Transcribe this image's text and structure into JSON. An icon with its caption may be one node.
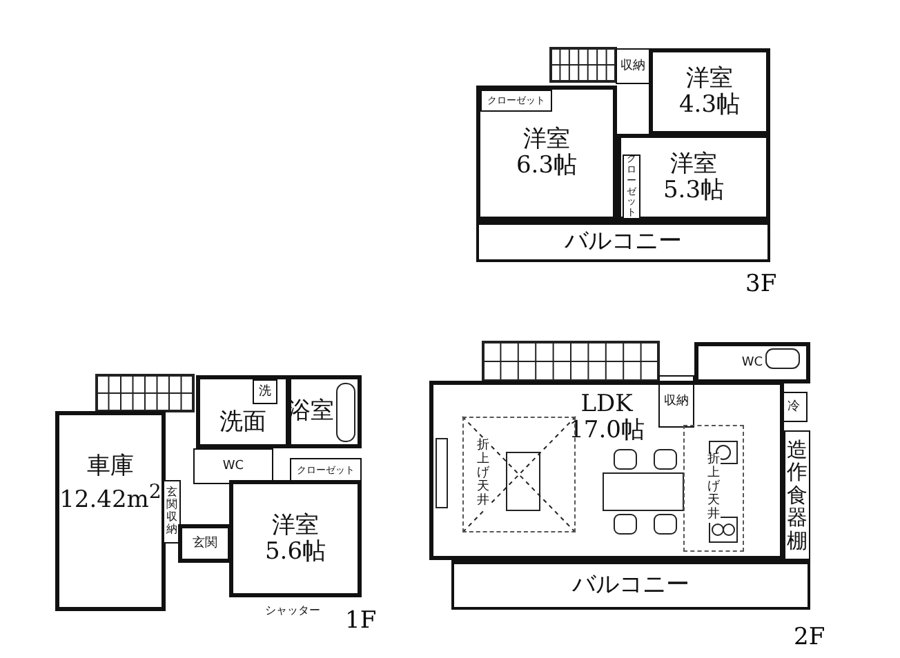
{
  "diagram": {
    "nodes": [
      {
        "text": [
          "収納"
        ]
      },
      {
        "text": [
          "洋室 4.3帖"
        ]
      },
      {
        "text": [
          "クローゼット"
        ],
        "in": 3
      },
      {
        "text": [
          "洋室 6.3帖"
        ]
      },
      {
        "text": [
          "洋室 5.3帖"
        ]
      },
      {
        "text": [
          "クローゼット"
        ],
        "in": 4
      },
      {
        "text": [
          "バルコニー"
        ]
      },
      {
        "text": [
          "洗面"
        ]
      },
      {
        "text": [
          "洗"
        ],
        "in": 7
      },
      {
        "text": [
          "浴室"
        ]
      },
      {
        "text": [
          "WC"
        ]
      },
      {
        "text": [
          "クローゼット"
        ]
      },
      {
        "text": [
          "車庫 12.42m$^{2}$"
        ]
      },
      {
        "text": [
          "玄関収納"
        ]
      },
      {
        "text": [
          "玄関"
        ]
      },
      {
        "text": [
          "洋室 5.6帖"
        ],
        "beside": [
          "シャッター"
        ]
      },
      {
        "text": [
          "収納"
        ]
      },
      {
        "text": [
          "WC"
        ]
      },
      {
        "text": [
          "冷"
        ]
      },
      {
        "text": [
          "LDK 17.0帖"
        ]
      },
      {
        "text": [
          "折上げ天井"
        ],
        "in": 19
      },
      {
        "text": [
          "折上げ天井"
        ],
        "in": 19
      },
      {
        "text": [
          "造作食器棚"
        ]
      },
      {
        "text": [
          "バルコニー"
        ]
      }
    ],
    "labels": [
      "3F",
      "1F",
      "2F"
    ]
  }
}
